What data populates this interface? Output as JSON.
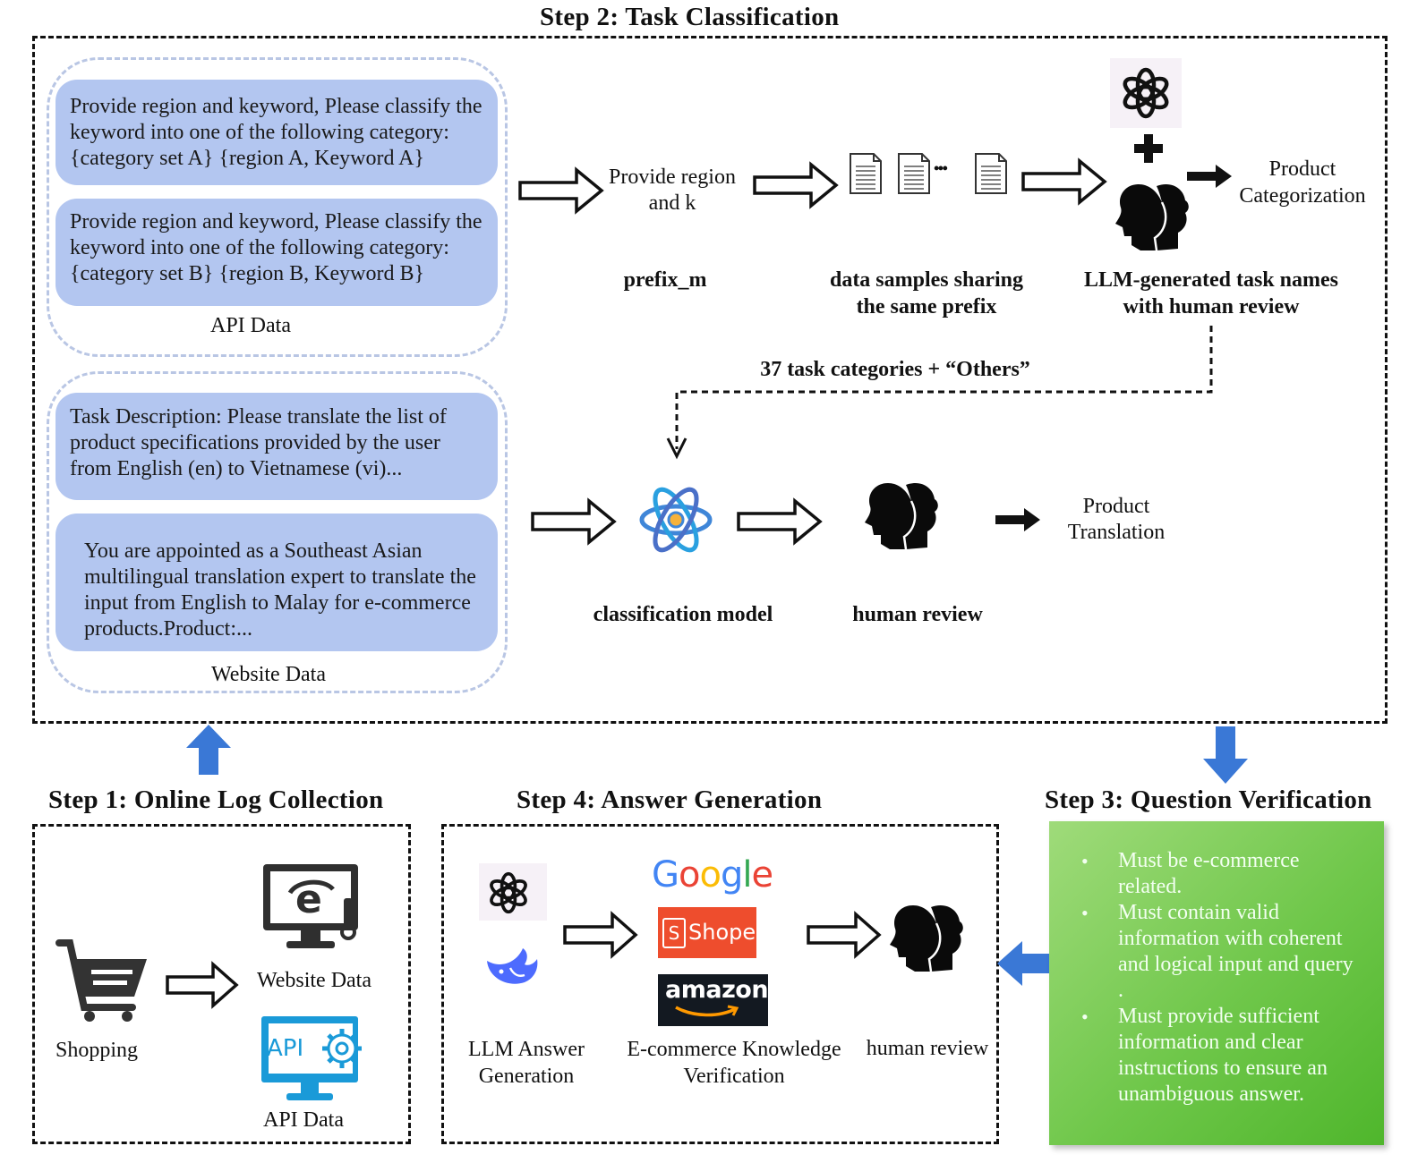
{
  "step2": {
    "title": "Step 2:  Task Classification",
    "api_group": {
      "bubble_a": "Provide region and keyword, Please classify the keyword into one of the following category: {category set A} {region A, Keyword A}",
      "bubble_b": "Provide region and keyword, Please classify the keyword into one of the following category: {category set B} {region B, Keyword B}",
      "label": "API Data"
    },
    "website_group": {
      "bubble_a": "Task Description: Please translate the list of product specifications provided by the user from English (en) to Vietnamese (vi)...",
      "bubble_b": "You are appointed as a Southeast Asian multilingual translation expert to translate the input from English to Malay for e-commerce products.Product:...",
      "label": "Website Data"
    },
    "prefix_text": "Provide region and k",
    "prefix_label": "prefix_m",
    "samples_label": "data samples sharing the same prefix",
    "ellipsis": "• • •",
    "llm_label": "LLM-generated task names with human review",
    "product_categorization": "Product Categorization",
    "categories_label": "37 task categories + “Others”",
    "classification_model_label": "classification model",
    "human_review_label": "human review",
    "product_translation": "Product Translation"
  },
  "step1": {
    "title": "Step 1:  Online Log Collection",
    "shopping": "Shopping",
    "website_data": "Website Data",
    "api_data": "API Data",
    "api_icon_text": "API"
  },
  "step4": {
    "title": "Step 4:  Answer Generation",
    "llm_answer": "LLM Answer Generation",
    "knowledge": "E-commerce Knowledge Verification",
    "human_review": "human review",
    "google": "Google",
    "shopee": "Shopee",
    "amazon": "amazon"
  },
  "step3": {
    "title": "Step 3:  Question Verification",
    "criteria": [
      "Must be e-commerce related.",
      "Must contain valid information with coherent and logical input and query .",
      "Must provide sufficient information and clear instructions to ensure an unambiguous answer."
    ]
  },
  "colors": {
    "bubble": "#b3c6f0",
    "group_border": "#b9c6e4",
    "blue_arrow": "#3a78d6",
    "green_box": "#6fc74a",
    "criteria_text": "#f2fff0"
  }
}
